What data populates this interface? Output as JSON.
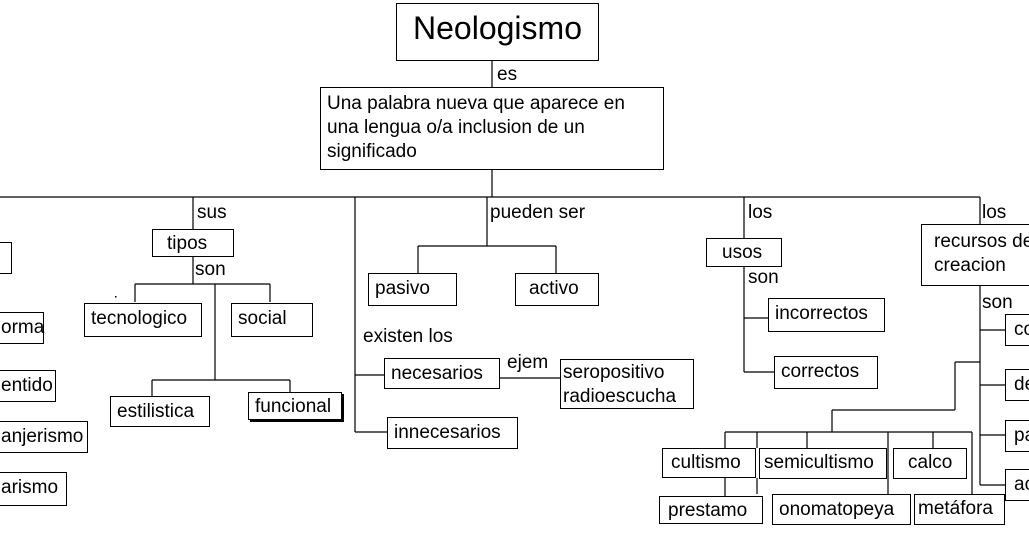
{
  "nodes": {
    "root": "Neologismo",
    "definition": "Una palabra nueva que aparece en\nuna lengua o/a inclusion de un\nsignificado",
    "tipos": "tipos",
    "tecnologico": "tecnologico",
    "social": "social",
    "estilistica": "estilistica",
    "funcional": "funcional",
    "pasivo": "pasivo",
    "activo": "activo",
    "necesarios": "necesarios",
    "innecesarios": "innecesarios",
    "ejemplos": "seropositivo\nradioescucha",
    "usos": "usos",
    "incorrectos": "incorrectos",
    "correctos": "correctos",
    "recursos": "recursos de\ncreacion",
    "cultismo": "cultismo",
    "semicultismo": "semicultismo",
    "calco": "calco",
    "prestamo": "prestamo",
    "onomatopeya": "onomatopeya",
    "metafora": "metáfora",
    "left_forma": "orma",
    "left_sentido": "entido",
    "left_extranjerismo": "anjerismo",
    "left_barbarismo": "arismo",
    "right_co": "co",
    "right_de": "de",
    "right_pa": "pa",
    "right_ac": "ac"
  },
  "connectors": {
    "es": "es",
    "sus": "sus",
    "tipos_son": "son",
    "pueden_ser": "pueden ser",
    "existen_los": "existen los",
    "ejem": "ejem",
    "los_usos": "los",
    "usos_son": "son",
    "los_recursos": "los",
    "recursos_son": "son"
  }
}
